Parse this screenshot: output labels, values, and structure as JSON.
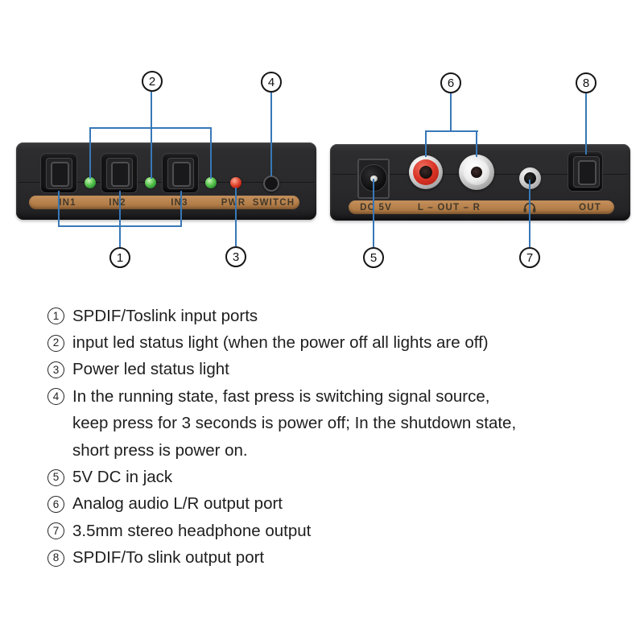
{
  "front_panel": {
    "port_labels": [
      "IN1",
      "IN2",
      "IN3"
    ],
    "pwr_label": "PWR",
    "switch_label": "SWITCH"
  },
  "back_panel": {
    "dc_label": "DC 5V",
    "lr_label": "L – OUT – R",
    "out_label": "OUT",
    "headphone_icon": "headphone-icon"
  },
  "callouts": {
    "n1": "1",
    "n2": "2",
    "n3": "3",
    "n4": "4",
    "n5": "5",
    "n6": "6",
    "n7": "7",
    "n8": "8"
  },
  "colors": {
    "callout_line_blue": "#3878b8",
    "strip_tan": "#b5804a",
    "led_green": "#3fae3c",
    "led_red": "#d02a1a",
    "device_body": "#2a2a2c",
    "rca_red": "#d93426",
    "rca_white": "#ececec"
  },
  "legend": {
    "items": [
      {
        "num": "1",
        "lines": [
          "SPDIF/Toslink input ports"
        ]
      },
      {
        "num": "2",
        "lines": [
          "input led status light (when the power off all lights are off)"
        ]
      },
      {
        "num": "3",
        "lines": [
          "Power led status light"
        ]
      },
      {
        "num": "4",
        "lines": [
          "In the running state, fast press is switching signal source,",
          "keep press for 3 seconds is power off; In the shutdown state,",
          "short press is power on."
        ]
      },
      {
        "num": "5",
        "lines": [
          "5V DC in jack"
        ]
      },
      {
        "num": "6",
        "lines": [
          "Analog audio L/R output port"
        ]
      },
      {
        "num": "7",
        "lines": [
          "3.5mm stereo headphone output"
        ]
      },
      {
        "num": "8",
        "lines": [
          "SPDIF/To slink output port"
        ]
      }
    ]
  }
}
